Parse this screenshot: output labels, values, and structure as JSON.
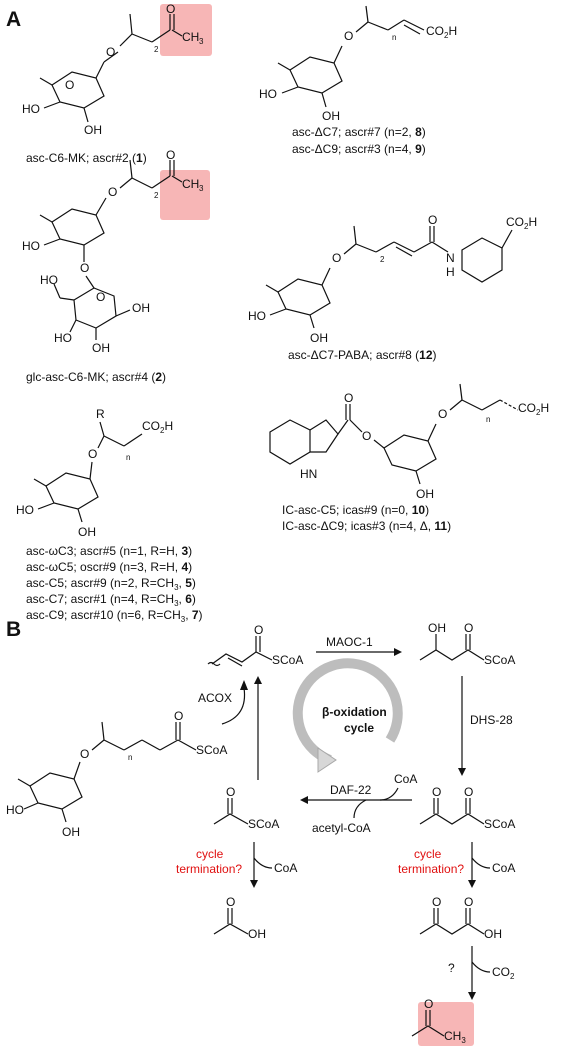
{
  "panel_a": {
    "letter": "A",
    "structures": [
      {
        "id": "s1",
        "label": "asc-C6-MK; ascr#2 (",
        "num": "1",
        "close": ")"
      },
      {
        "id": "s2",
        "label_line1": "asc-ΔC7; ascr#7 (n=2, ",
        "num1": "8",
        "line1_close": ")",
        "label_line2": "asc-ΔC9; ascr#3 (n=4, ",
        "num2": "9",
        "line2_close": ")"
      },
      {
        "id": "s3",
        "label": "glc-asc-C6-MK; ascr#4 (",
        "num": "2",
        "close": ")"
      },
      {
        "id": "s4",
        "label": "asc-ΔC7-PABA; ascr#8 (",
        "num": "12",
        "close": ")"
      },
      {
        "id": "s5",
        "lines": [
          {
            "text": "asc-ωC3; ascr#5 (n=1, R=H, ",
            "num": "3",
            "close": ")"
          },
          {
            "text": "asc-ωC5; oscr#9 (n=3, R=H, ",
            "num": "4",
            "close": ")"
          },
          {
            "text": "asc-C5; ascr#9 (n=2, R=CH",
            "num": "5",
            "close": ")"
          },
          {
            "text": "asc-C7; ascr#1 (n=4, R=CH",
            "num": "6",
            "close": ")"
          },
          {
            "text": "asc-C9; ascr#10 (n=6, R=CH",
            "num": "7",
            "close": ")"
          }
        ]
      },
      {
        "id": "s6",
        "line1": "IC-asc-C5; icas#9 (n=0, ",
        "num1": "10",
        "line1_close": ")",
        "line2": "IC-asc-ΔC9; icas#3 (n=4, Δ, ",
        "num2": "11",
        "line2_close": ")"
      }
    ],
    "atoms": {
      "ho": "HO",
      "oh": "OH",
      "o": "O",
      "ch3": "CH",
      "three": "3",
      "two": "2",
      "n": "n",
      "co2h": "CO",
      "h": "H",
      "nh": "N",
      "hn": "HN",
      "r": "R"
    }
  },
  "panel_b": {
    "letter": "B",
    "enzymes": {
      "maoc": "MAOC-1",
      "dhs": "DHS-28",
      "daf": "DAF-22",
      "acox": "ACOX"
    },
    "cycle_title_line1": "β-oxidation",
    "cycle_title_line2": "cycle",
    "reagents": {
      "coa": "CoA",
      "scoa": "SCoA",
      "acetyl": "acetyl-CoA",
      "co2": "CO",
      "q": "?"
    },
    "termination_line1": "cycle",
    "termination_line2": "termination?"
  },
  "colors": {
    "highlight": "#f6a9a9",
    "red_text": "#e01010"
  }
}
